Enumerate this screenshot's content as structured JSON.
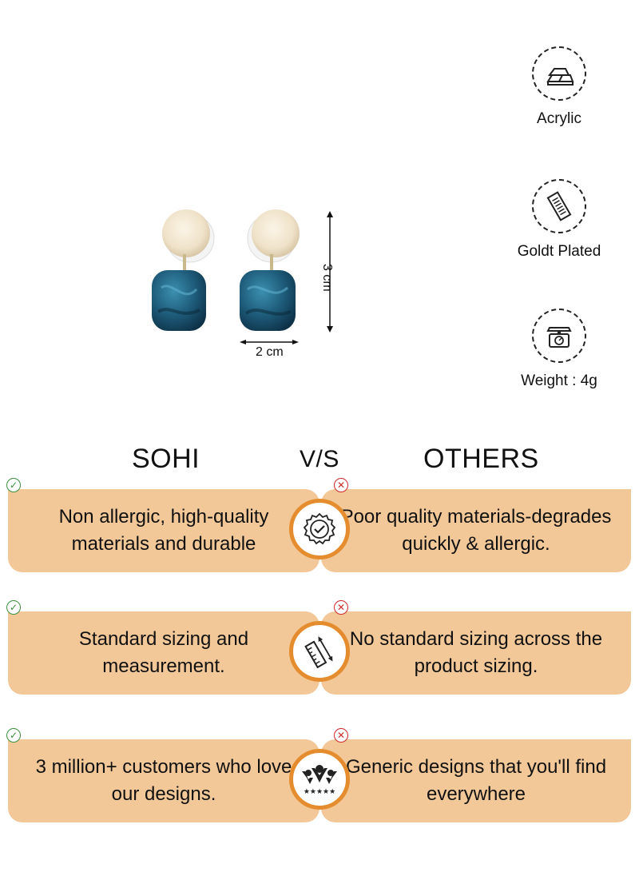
{
  "dimensions": {
    "width_label": "2 cm",
    "height_label": "3 cm"
  },
  "features": [
    {
      "icon": "gold-bar-icon",
      "label": "Acrylic"
    },
    {
      "icon": "plating-bar-icon",
      "label": "Goldt Plated"
    },
    {
      "icon": "weighing-scale-icon",
      "label": "Weight : 4g"
    }
  ],
  "comparison": {
    "left_heading": "SOHI",
    "middle_heading": "V/S",
    "right_heading": "OTHERS",
    "rows": [
      {
        "icon": "quality-seal-icon",
        "sohi": "Non allergic, high-quality materials and durable",
        "others": "Poor quality materials-degrades quickly & allergic."
      },
      {
        "icon": "ruler-icon",
        "sohi": "Standard sizing and measurement.",
        "others": "No standard sizing across the product sizing."
      },
      {
        "icon": "customers-icon",
        "sohi": "3 million+ customers who love our designs.",
        "others": "Generic designs that you'll find everywhere"
      }
    ]
  },
  "colors": {
    "card": "#f2c899",
    "badge_ring": "#e58d2e",
    "check": "#3a8f3a",
    "cross": "#d02828",
    "stone": "#1d5a78",
    "pearl": "#efe3cf"
  }
}
